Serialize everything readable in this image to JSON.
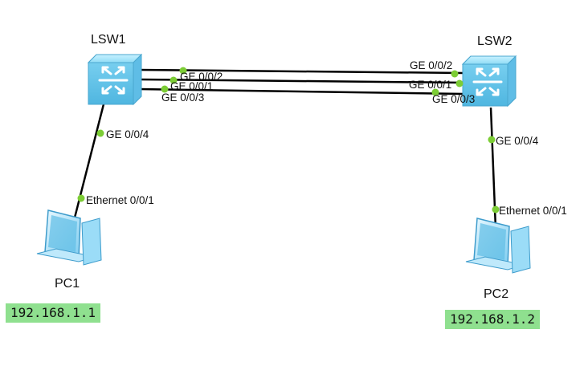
{
  "devices": {
    "lsw1": {
      "name": "LSW1"
    },
    "lsw2": {
      "name": "LSW2"
    },
    "pc1": {
      "name": "PC1",
      "ip": "192.168.1.1"
    },
    "pc2": {
      "name": "PC2",
      "ip": "192.168.1.2"
    }
  },
  "links": {
    "trunk_a": {
      "lsw1_port": "GE 0/0/2",
      "lsw2_port": "GE 0/0/2"
    },
    "trunk_b": {
      "lsw1_port": "GE 0/0/1",
      "lsw2_port": "GE 0/0/1"
    },
    "trunk_c": {
      "lsw1_port": "GE 0/0/3",
      "lsw2_port": "GE 0/0/3"
    },
    "lsw1_pc1": {
      "switch_port": "GE 0/0/4",
      "pc_port": "Ethernet 0/0/1"
    },
    "lsw2_pc2": {
      "switch_port": "GE 0/0/4",
      "pc_port": "Ethernet 0/0/1"
    }
  },
  "colors": {
    "link": "#000000",
    "port_dot": "#7ccd35",
    "ip_background": "#8fe08f",
    "switch_body": "#7fd3f2"
  }
}
